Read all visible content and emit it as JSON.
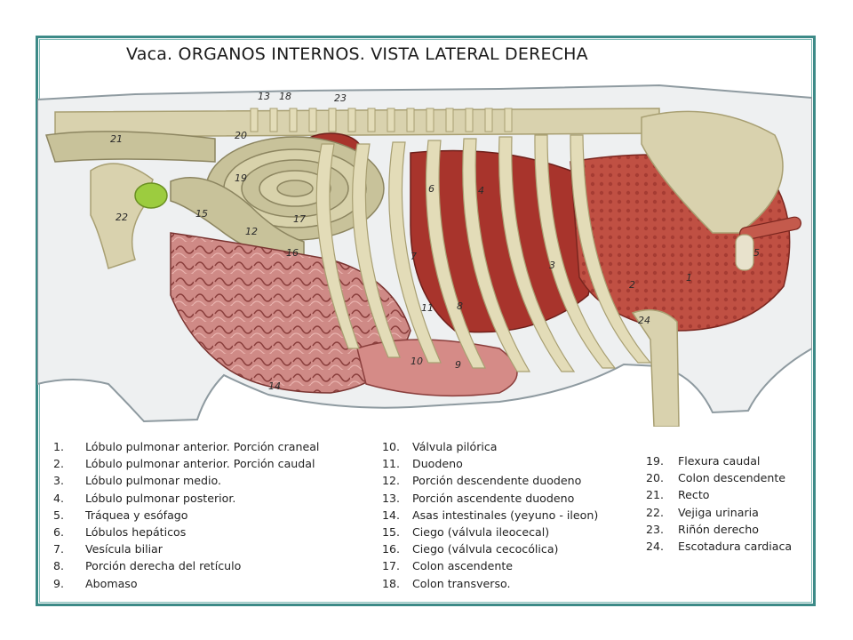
{
  "title": "Vaca. ORGANOS INTERNOS. VISTA  LATERAL  DERECHA",
  "colors": {
    "frame": "#3c8a87",
    "body_outline": "#8e9aa0",
    "skin": "#eef0f1",
    "bone": "#d9d2ae",
    "bone_shadow": "#a89f72",
    "lung": "#c7564a",
    "intestine": "#d48f8c",
    "colon": "#c8c29a",
    "organ_red": "#a8342c",
    "bladder": "#9ccc3f"
  },
  "figure_numbers": [
    "13",
    "18",
    "23",
    "20",
    "21",
    "19",
    "15",
    "22",
    "12",
    "17",
    "16",
    "6",
    "7",
    "8",
    "10",
    "9",
    "11",
    "14",
    "3",
    "2",
    "1",
    "4",
    "24",
    "5"
  ],
  "legend_col1": [
    {
      "num": "1.",
      "text": "Lóbulo pulmonar anterior. Porción craneal"
    },
    {
      "num": "2.",
      "text": "Lóbulo pulmonar anterior. Porción caudal"
    },
    {
      "num": "3.",
      "text": "Lóbulo pulmonar medio."
    },
    {
      "num": "4.",
      "text": "Lóbulo pulmonar posterior."
    },
    {
      "num": "5.",
      "text": "Tráquea y esófago"
    },
    {
      "num": "6.",
      "text": "Lóbulos hepáticos"
    },
    {
      "num": "7.",
      "text": "Vesícula biliar"
    },
    {
      "num": "8.",
      "text": "Porción derecha del retículo"
    },
    {
      "num": "9.",
      "text": "Abomaso"
    }
  ],
  "legend_col2": [
    {
      "num": "10.",
      "text": "Válvula pilórica"
    },
    {
      "num": "11.",
      "text": "Duodeno"
    },
    {
      "num": "12.",
      "text": "Porción descendente duodeno"
    },
    {
      "num": "13.",
      "text": "Porción ascendente duodeno"
    },
    {
      "num": "14.",
      "text": "Asas intestinales (yeyuno - ileon)"
    },
    {
      "num": "15.",
      "text": "Ciego (válvula ileocecal)"
    },
    {
      "num": "16.",
      "text": "Ciego (válvula cecocólica)"
    },
    {
      "num": "17.",
      "text": "Colon ascendente"
    },
    {
      "num": "18.",
      "text": "Colon transverso."
    }
  ],
  "legend_col3": [
    {
      "num": "19.",
      "text": "Flexura caudal"
    },
    {
      "num": "20.",
      "text": "Colon descendente"
    },
    {
      "num": "21.",
      "text": "Recto"
    },
    {
      "num": "22.",
      "text": "Vejiga urinaria"
    },
    {
      "num": "23.",
      "text": "Riñón derecho"
    },
    {
      "num": "24.",
      "text": "Escotadura cardiaca"
    }
  ]
}
